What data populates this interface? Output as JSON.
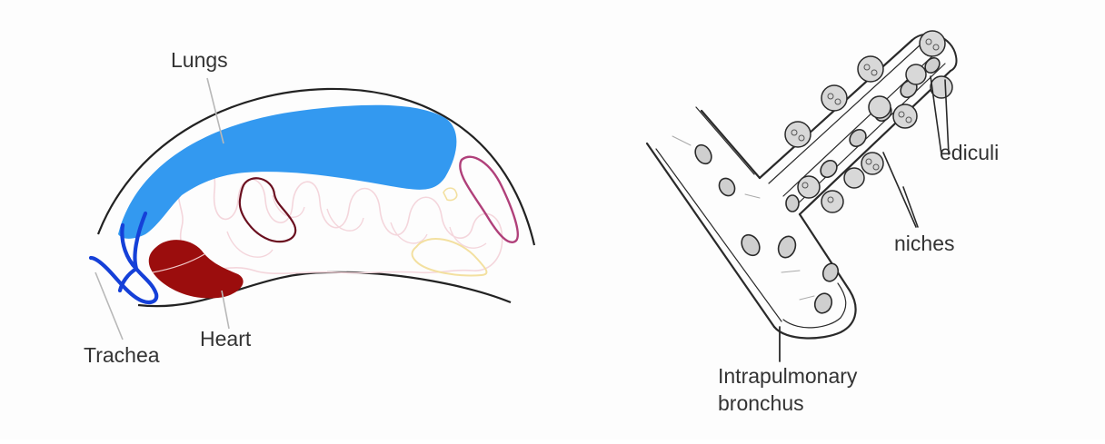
{
  "left_panel": {
    "labels": {
      "lungs": "Lungs",
      "trachea": "Trachea",
      "heart": "Heart"
    },
    "colors": {
      "lungs": "#3399f0",
      "trachea": "#1540d8",
      "heart": "#9b0d0d",
      "intestine_outline": "#f4d6dc",
      "kidney_outline": "#6a0f1f",
      "magenta_organ": "#b0407a",
      "yellow_organ": "#f3e0a0",
      "body_outline": "#222222",
      "leader_line": "#b8b8b8"
    }
  },
  "right_panel": {
    "labels": {
      "ediculi": "ediculi",
      "niches": "niches",
      "bronchus_line1": "Intrapulmonary",
      "bronchus_line2": "bronchus"
    },
    "colors": {
      "sketch_ink": "#2a2a2a",
      "pit_fill": "#cfcfcf"
    }
  }
}
